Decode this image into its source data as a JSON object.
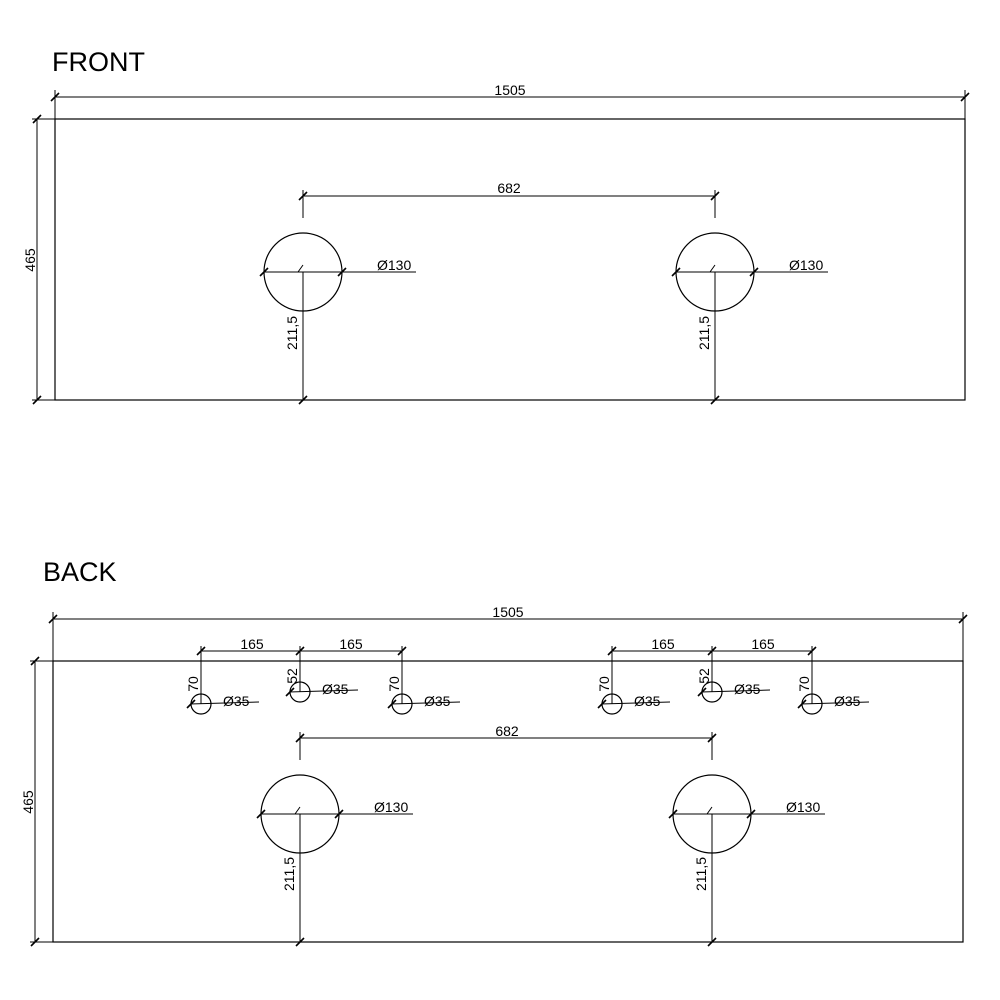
{
  "front": {
    "title": "FRONT",
    "width_label": "1505",
    "height_label": "465",
    "spacing_label": "682",
    "hole_large_label": "Ø130",
    "offset_label": "211,5"
  },
  "back": {
    "title": "BACK",
    "width_label": "1505",
    "height_label": "465",
    "spacing_label": "682",
    "hole_large_label": "Ø130",
    "offset_label": "211,5",
    "tap_spacing_label": "165",
    "hole_small_label": "Ø35",
    "tap_side_offset_label": "70",
    "tap_center_offset_label": "52"
  }
}
